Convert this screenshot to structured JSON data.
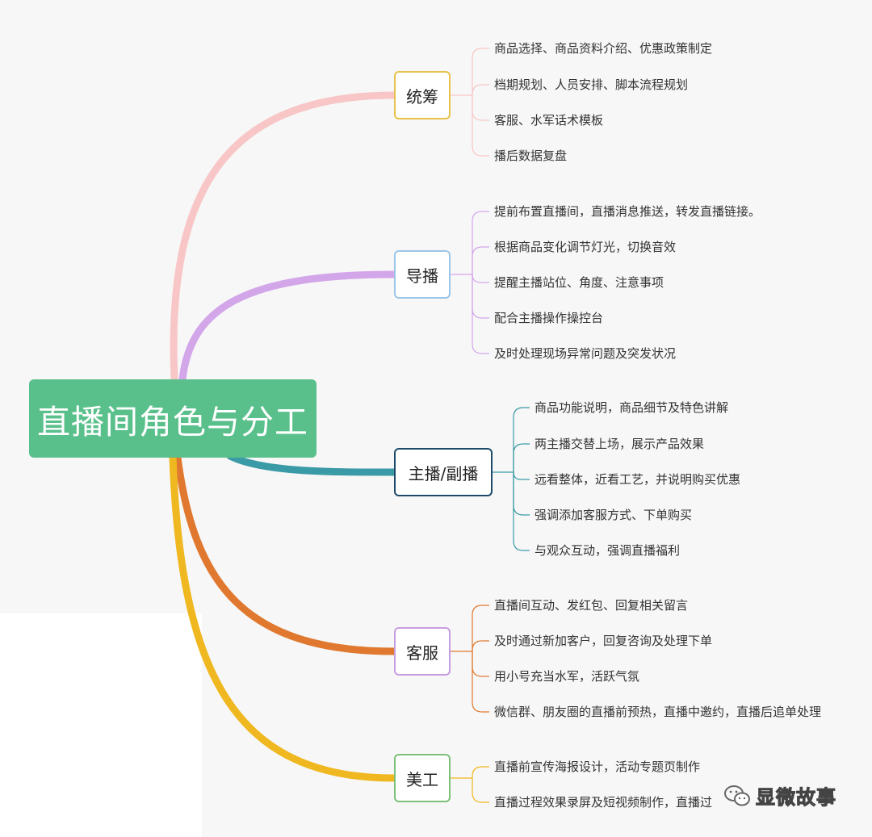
{
  "root": {
    "label": "直播间角色与分工",
    "color": "#5ac08b"
  },
  "branches": [
    {
      "label": "统筹",
      "color": "#f8c6c6",
      "border": "#e8c24a",
      "items": [
        "商品选择、商品资料介绍、优惠政策制定",
        "档期规划、人员安排、脚本流程规划",
        "客服、水军话术模板",
        "播后数据复盘"
      ]
    },
    {
      "label": "导播",
      "color": "#d3a6ea",
      "border": "#9cc6e8",
      "items": [
        "提前布置直播间，直播消息推送，转发直播链接。",
        "根据商品变化调节灯光，切换音效",
        "提醒主播站位、角度、注意事项",
        "配合主播操作操控台",
        "及时处理现场异常问题及突发状况"
      ]
    },
    {
      "label": "主播/副播",
      "color": "#3a9aa5",
      "border": "#1e4a6a",
      "items": [
        "商品功能说明，商品细节及特色讲解",
        "两主播交替上场，展示产品效果",
        "远看整体，近看工艺，并说明购买优惠",
        "强调添加客服方式、下单购买",
        "与观众互动，强调直播福利"
      ]
    },
    {
      "label": "客服",
      "color": "#e0792f",
      "border": "#c79ce0",
      "items": [
        "直播间互动、发红包、回复相关留言",
        "及时通过新加客户，回复咨询及处理下单",
        "用小号充当水军，活跃气氛",
        "微信群、朋友圈的直播前预热，直播中邀约，直播后追单处理"
      ]
    },
    {
      "label": "美工",
      "color": "#f0b820",
      "border": "#7cc07a",
      "items": [
        "直播前宣传海报设计，活动专题页制作",
        "直播过程效果录屏及短视频制作，直播过"
      ]
    }
  ],
  "watermark": {
    "text": "显微故事",
    "icon": "wechat-icon"
  }
}
